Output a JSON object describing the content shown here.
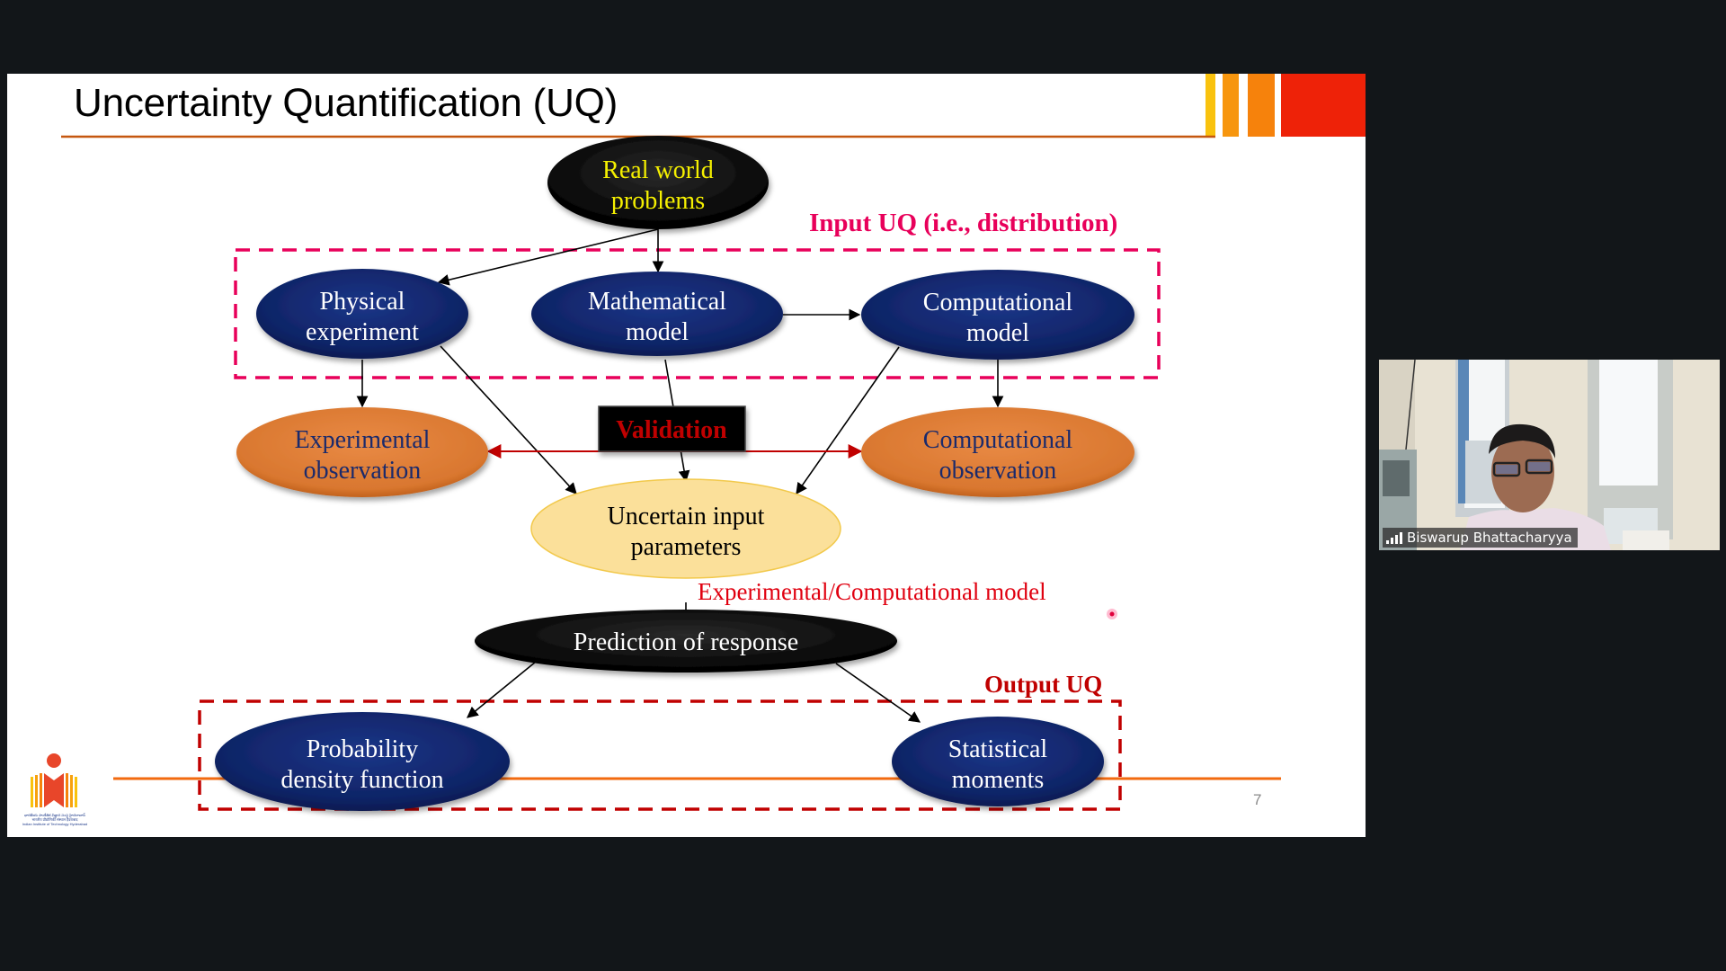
{
  "slide": {
    "title": "Uncertainty Quantification (UQ)",
    "page_number": "7",
    "accent_colors": {
      "title_rule": "#c5570f",
      "bar1": "#f9c20e",
      "bar2": "#f7960e",
      "bar3": "#f6820c",
      "bar4": "#ee2208",
      "bottom_rule": "#f26a0f"
    },
    "logo_caption": [
      "భారతీయ సాంకేతిక విజ్ఞాన సంస్థ హైదరాబాద్",
      "भारतीय प्रौद्योगिकी संस्थान हैदराबाद",
      "Indian Institute of Technology Hyderabad"
    ]
  },
  "diagram": {
    "input_uq_label": "Input UQ (i.e., distribution)",
    "output_uq_label": "Output UQ",
    "model_label": "Experimental/Computational model",
    "validation_label": "Validation",
    "nodes": {
      "real_world": [
        "Real world",
        "problems"
      ],
      "physical_experiment": [
        "Physical",
        "experiment"
      ],
      "mathematical_model": [
        "Mathematical",
        "model"
      ],
      "computational_model": [
        "Computational",
        "model"
      ],
      "experimental_observation": [
        "Experimental",
        "observation"
      ],
      "computational_observation": [
        "Computational",
        "observation"
      ],
      "uncertain_input": [
        "Uncertain input",
        "parameters"
      ],
      "prediction": [
        "Prediction of response"
      ],
      "pdf": [
        "Probability",
        "density function"
      ],
      "statistical_moments": [
        "Statistical",
        "moments"
      ]
    },
    "colors": {
      "navy": "#0f2466",
      "orange": "#d9772f",
      "pale_yellow": "#fbe09a",
      "black": "#000000",
      "yellow_text": "#f5f000",
      "input_box": "#e8005a",
      "output_box": "#c00000",
      "model_label": "#e00010",
      "validation_text": "#c00000",
      "navy_text": "#1a2a6c"
    }
  },
  "video": {
    "participant_name": "Biswarup Bhattacharyya",
    "signal_icon": "signal-strength-icon"
  }
}
